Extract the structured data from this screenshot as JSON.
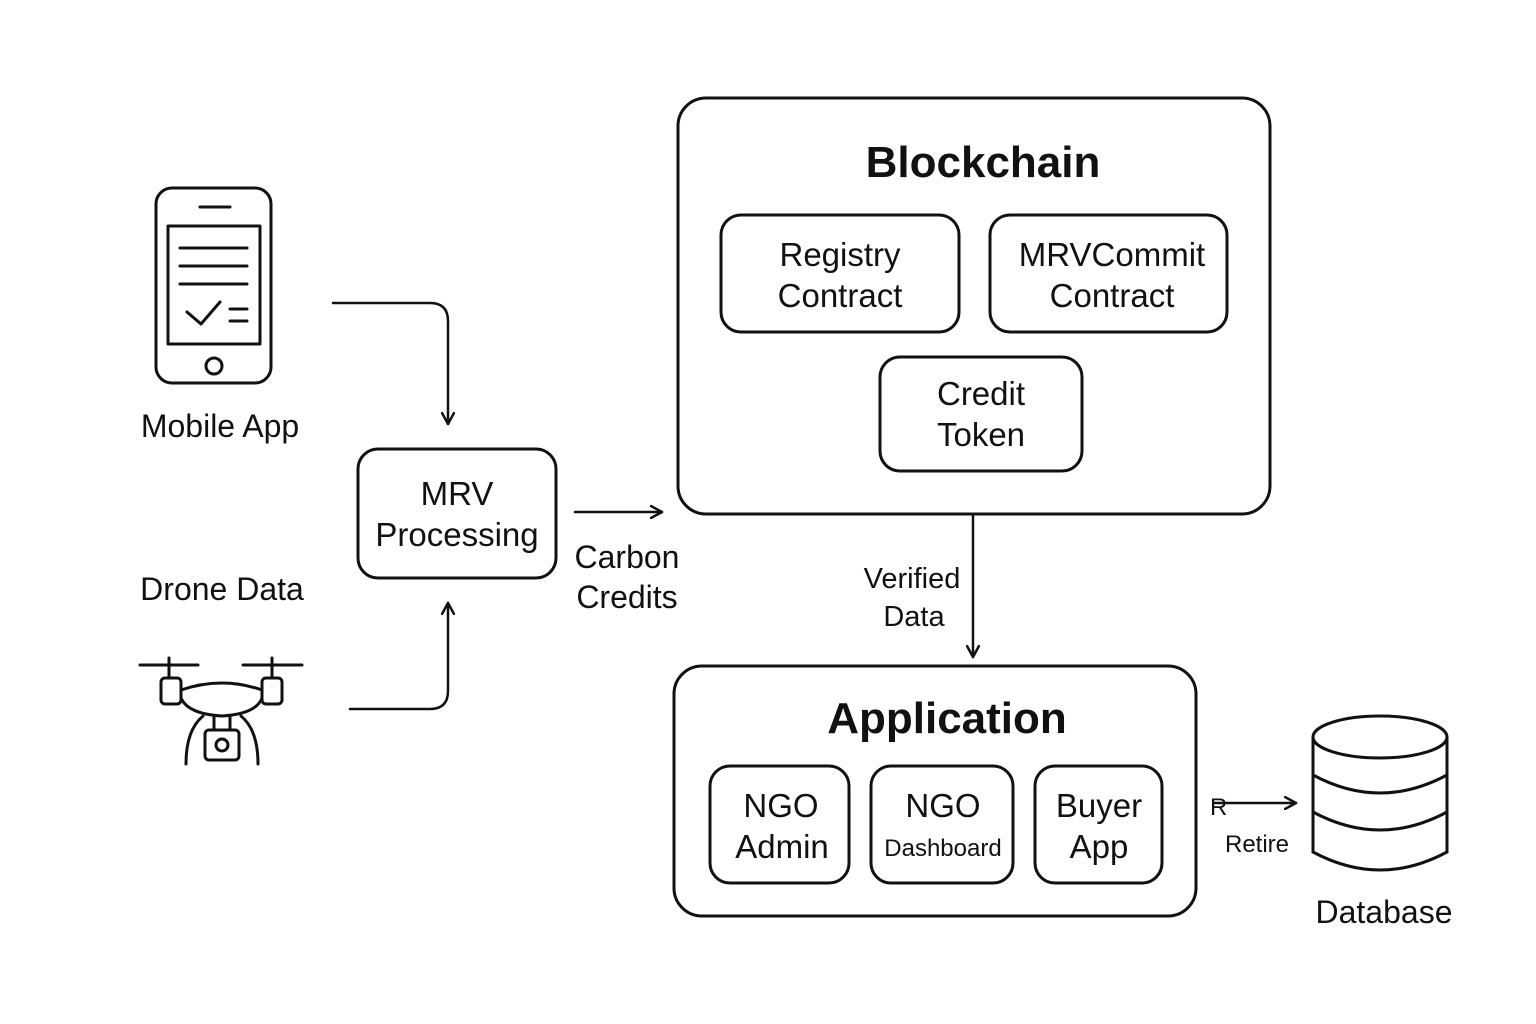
{
  "inputs": {
    "mobile_app": "Mobile App",
    "drone_data": "Drone Data"
  },
  "mrv": {
    "line1": "MRV",
    "line2": "Processing"
  },
  "edges": {
    "carbon_credits": {
      "line1": "Carbon",
      "line2": "Credits"
    },
    "verified_data": {
      "line1": "Verified",
      "line2": "Data"
    },
    "retire_mark": "R",
    "retire": "Retire"
  },
  "blockchain": {
    "title": "Blockchain",
    "registry": {
      "line1": "Registry",
      "line2": "Contract"
    },
    "mrvcommit": {
      "line1": "MRVCommit",
      "line2": "Contract"
    },
    "credit_token": {
      "line1": "Credit",
      "line2": "Token"
    }
  },
  "application": {
    "title": "Application",
    "ngo_admin": {
      "line1": "NGO",
      "line2": "Admin"
    },
    "ngo_dashboard": {
      "line1": "NGO",
      "line2": "Dashboard"
    },
    "buyer_app": {
      "line1": "Buyer",
      "line2": "App"
    }
  },
  "database": {
    "label": "Database"
  },
  "icons": {
    "mobile": "smartphone-checklist-icon",
    "drone": "drone-camera-icon",
    "database": "database-cylinder-icon"
  },
  "colors": {
    "stroke": "#111111",
    "background": "#ffffff"
  }
}
